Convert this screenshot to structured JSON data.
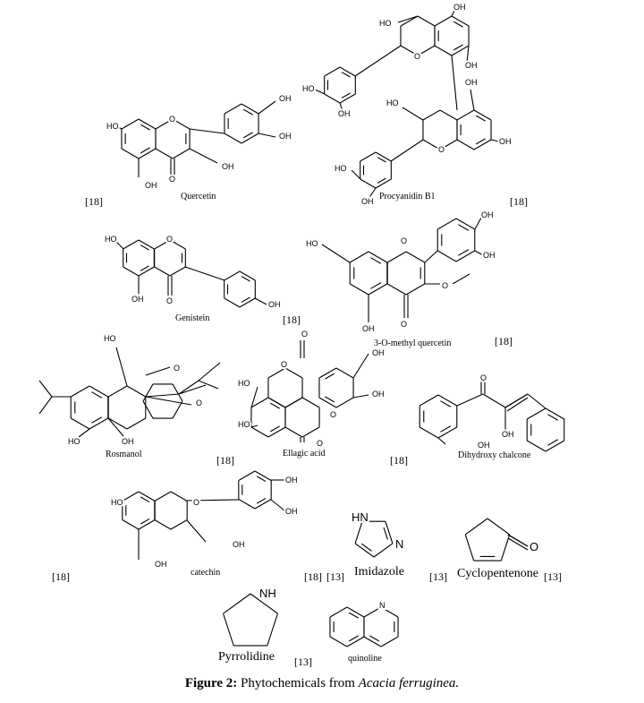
{
  "figure": {
    "label": "Figure 2:",
    "text": " Phytochemicals from ",
    "species": "Acacia ferruginea."
  },
  "molecules": {
    "quercetin": {
      "name": "Quercetin",
      "ref": "[18]",
      "atoms": [
        "HO",
        "O",
        "OH",
        "OH",
        "OH",
        "O",
        "OH"
      ]
    },
    "procyanidin": {
      "name": "Procyanidin B1",
      "ref": "[18]",
      "atoms": [
        "HO",
        "OH",
        "O",
        "OH",
        "HO",
        "OH",
        "HO",
        "OH",
        "O",
        "OH",
        "HO",
        "OH"
      ]
    },
    "genistein": {
      "name": "Genistein",
      "ref": "[18]",
      "atoms": [
        "HO",
        "O",
        "OH",
        "O",
        "OH"
      ]
    },
    "methylquercetin": {
      "name": "3-O-methyl quercetin",
      "ref": "[18]",
      "atoms": [
        "HO",
        "O",
        "OH",
        "OH",
        "O",
        "O",
        "OH"
      ]
    },
    "rosmanol": {
      "name": "Rosmanol",
      "ref": "[18]",
      "atoms": [
        "HO",
        "O",
        "O",
        "HO",
        "OH"
      ]
    },
    "ellagic": {
      "name": "Ellagic acid",
      "ref": "[18]",
      "atoms": [
        "O",
        "O",
        "OH",
        "HO",
        "OH",
        "HO",
        "O",
        "O"
      ]
    },
    "chalcone": {
      "name": "Dihydroxy chalcone",
      "atoms": [
        "O",
        "OH",
        "OH"
      ]
    },
    "catechin": {
      "name": "catechin",
      "ref_left": "[18]",
      "ref": "[18]",
      "atoms": [
        "HO",
        "O",
        "OH",
        "OH",
        "OH",
        "OH"
      ]
    },
    "imidazole": {
      "name": "Imidazole",
      "ref_left": "[13]",
      "ref": "[13]",
      "atoms": [
        "HN",
        "N"
      ]
    },
    "cyclopentenone": {
      "name": "Cyclopentenone",
      "ref": "[13]",
      "atoms": [
        "O"
      ]
    },
    "pyrrolidine": {
      "name": "Pyrrolidine",
      "ref": "[13]",
      "atoms": [
        "NH"
      ]
    },
    "quinoline": {
      "name": "quinoline",
      "atoms": [
        "N"
      ]
    }
  }
}
